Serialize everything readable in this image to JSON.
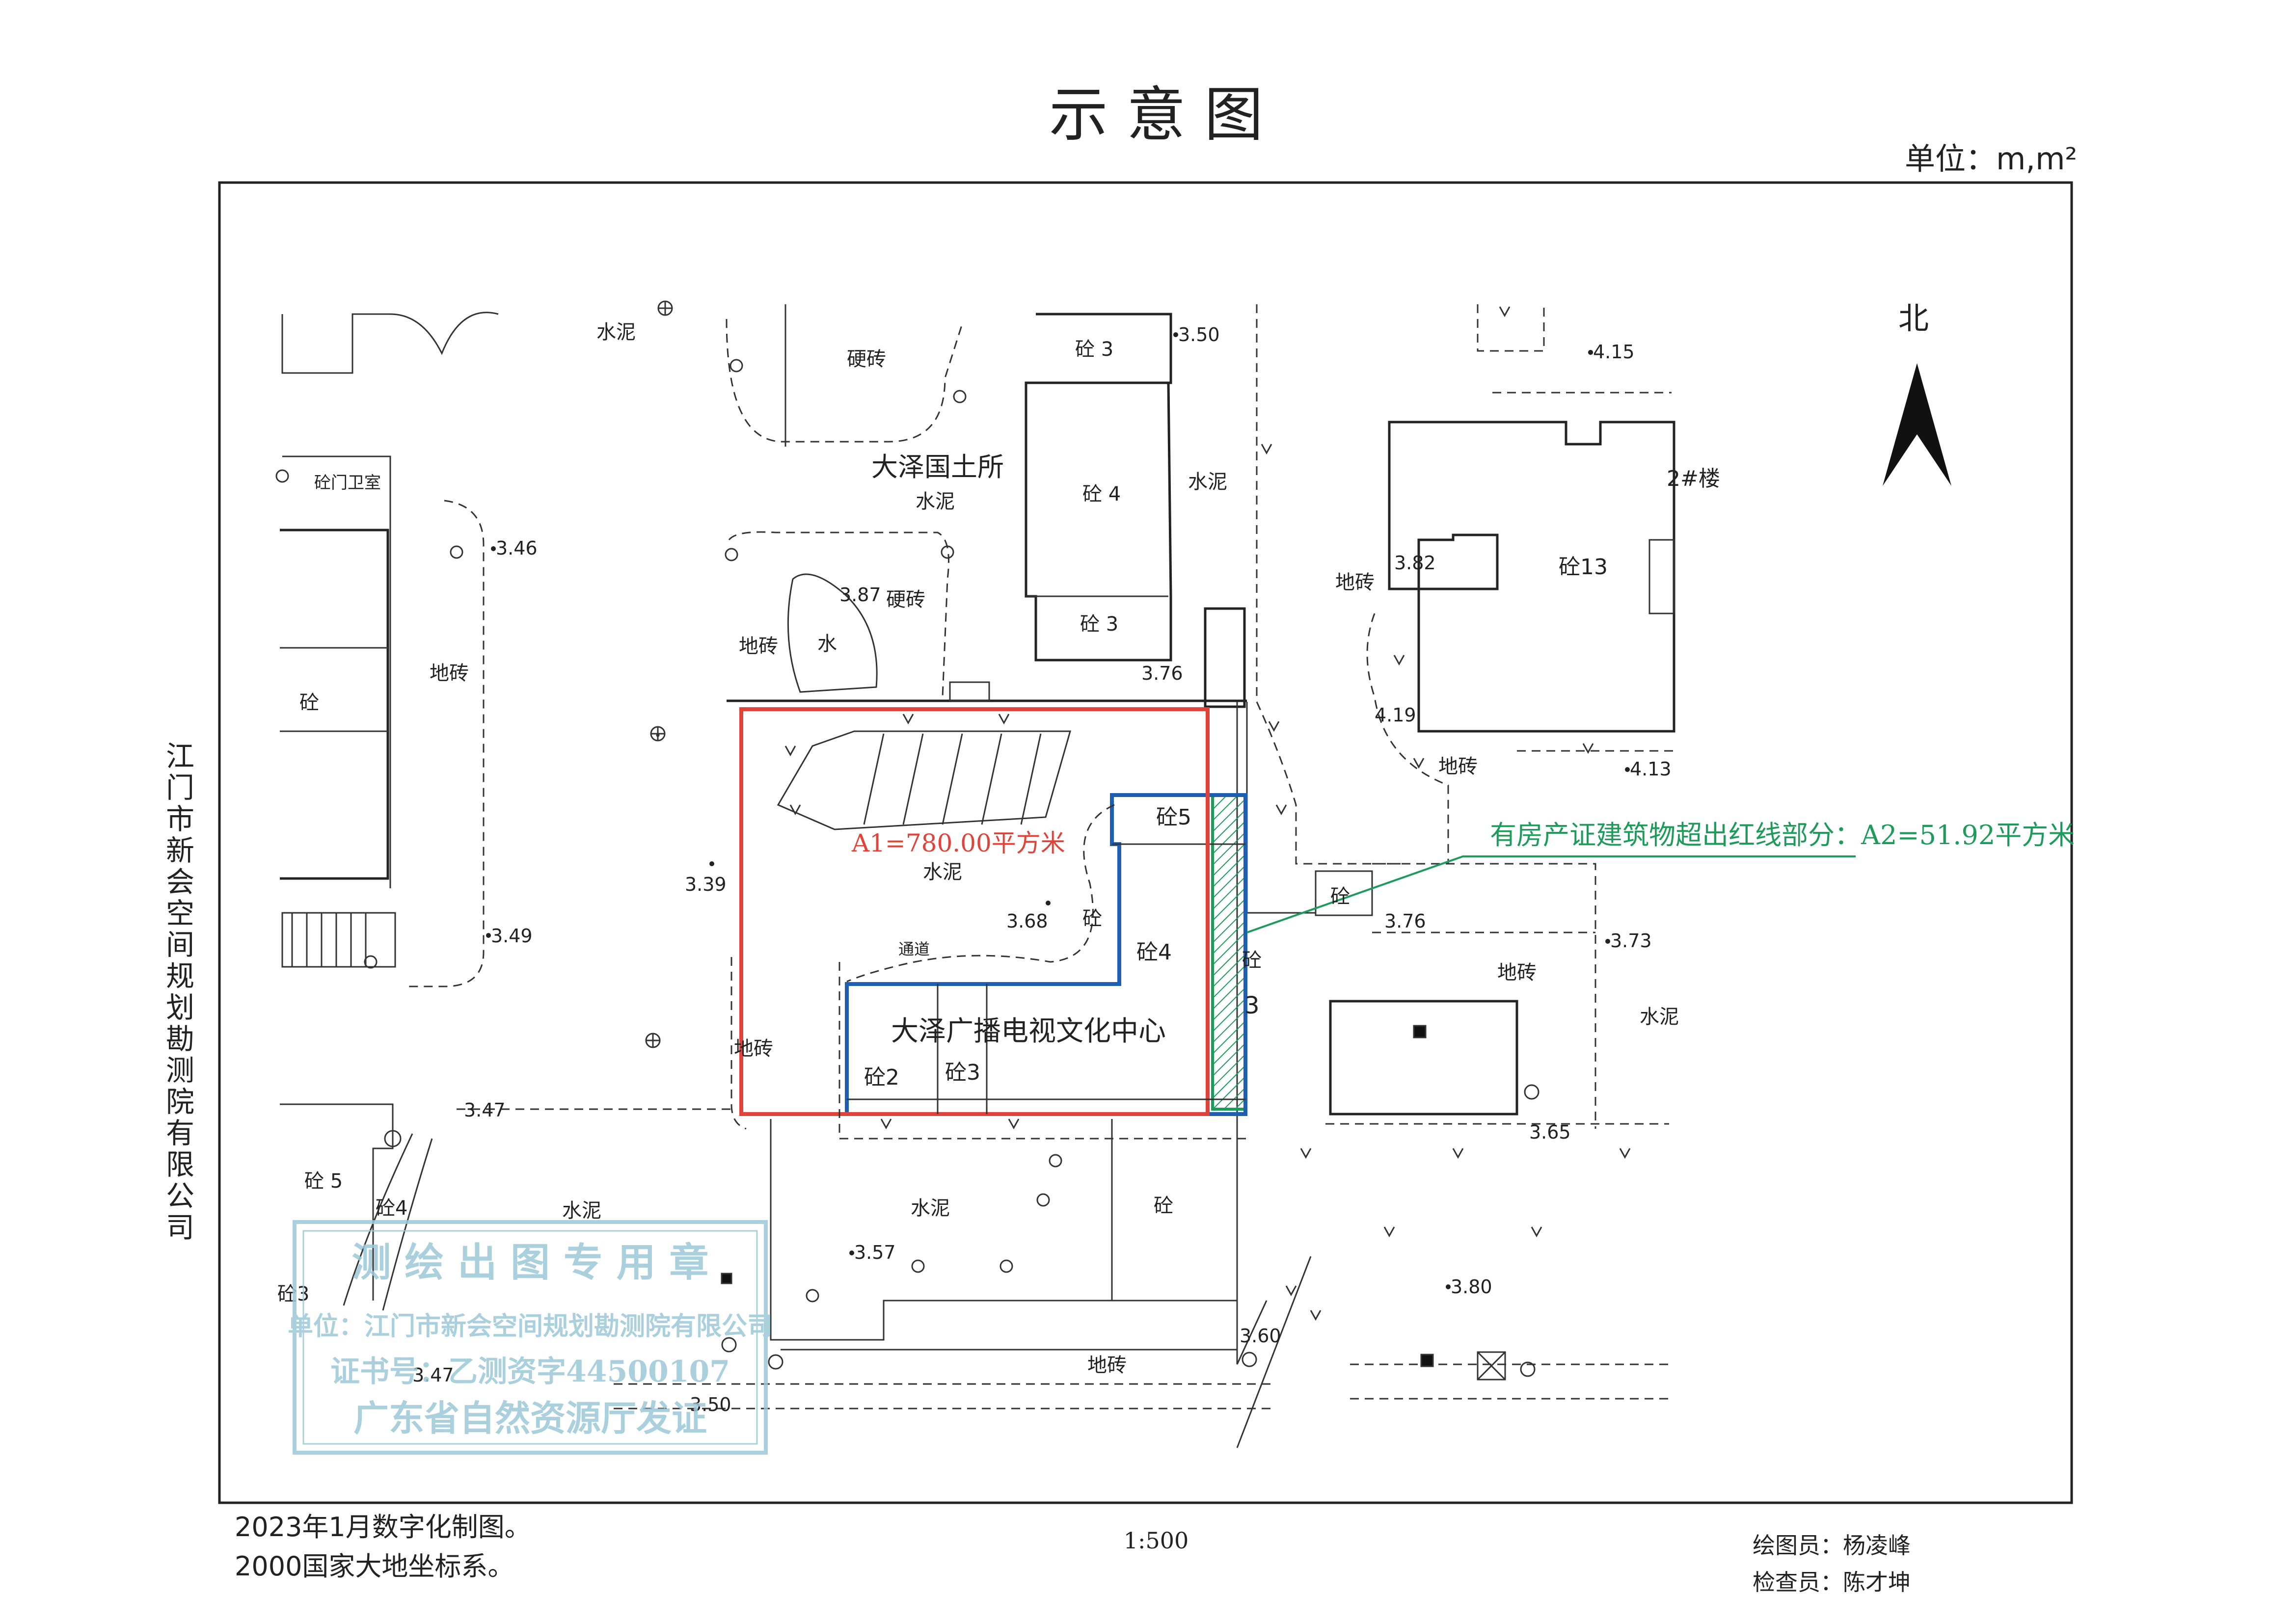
{
  "title": "示 意 图",
  "unit_label": "单位：m,m²",
  "north_label": "北",
  "company_vertical": "江门市新会空间规划勘测院有限公司",
  "footer": {
    "line1": "2023年1月数字化制图。",
    "line2": "2000国家大地坐标系。",
    "scale": "1:500",
    "drawer": "绘图员：杨凌峰",
    "checker": "检查员：陈才坤"
  },
  "parcel": {
    "a1": "A1=780.00平方米",
    "a2": "有房产证建筑物超出红线部分：A2=51.92平方米",
    "building": "大泽广播电视文化中心"
  },
  "stamp": {
    "line1": "测 绘 出 图 专 用 章",
    "line2": "单位：江门市新会空间规划勘测院有限公司",
    "line3": "证书号：乙测资字44500107",
    "line4": "广东省自然资源厅发证"
  },
  "labels": {
    "shuini_top": "水泥",
    "yingzhuan_top": "硬砖",
    "tu_suo": "大泽国土所",
    "shuini_mid": "水泥",
    "shuini_right": "水泥",
    "c3a": "砼 3",
    "c4a": "砼 4",
    "c3b": "砼 3",
    "c_weisheng": "砼门卫室",
    "yingzhuan_mid": "硬砖",
    "shui": "水",
    "dizhuan_a": "地砖",
    "dizhuan_b": "地砖",
    "c_left": "砼",
    "bldg2": "2#楼",
    "c13": "砼13",
    "dizhuan_c": "地砖",
    "dizhuan_d": "地砖",
    "c5": "砼5",
    "shuini_inner": "水泥",
    "c_inner": "砼",
    "c4b": "砼4",
    "tongdao": "通道",
    "c2": "砼2",
    "c3c": "砼3",
    "c_east": "砼",
    "east3": "3",
    "dizhuan_e": "地砖",
    "dizhuan_f": "地砖",
    "shuini_e": "水泥",
    "c_small": "砼",
    "c5b": "砼 5",
    "c4c": "砼4",
    "c3d": "砼3",
    "shuini_sw": "水泥",
    "shuini_s": "水泥",
    "c_s": "砼",
    "dizhuan_s": "地砖"
  },
  "elevations": {
    "e350": "3.50",
    "e415": "4.15",
    "e346": "3.46",
    "e387": "3.87",
    "e376a": "3.76",
    "e382": "3.82",
    "e419": "4.19",
    "e413": "4.13",
    "e339": "3.39",
    "e368": "3.68",
    "e349": "3.49",
    "e376b": "3.76",
    "e373": "3.73",
    "e365": "3.65",
    "e347a": "3.47",
    "e357": "3.57",
    "e380": "3.80",
    "e360": "3.60",
    "e347b": "3.47",
    "e350b": "3.50"
  },
  "colors": {
    "red_line": "#e0433a",
    "blue_line": "#1e5fb4",
    "green_line": "#1e9a5a",
    "stamp": "#9cc8d8"
  }
}
